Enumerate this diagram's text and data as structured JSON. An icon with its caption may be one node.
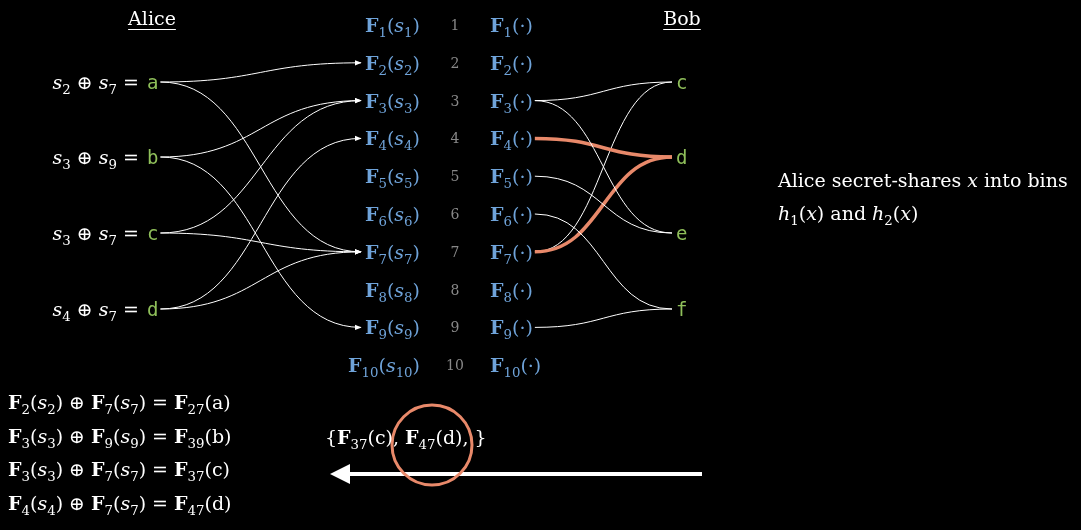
{
  "diagram": {
    "nodes": [
      {
        "text": [
          "a"
        ],
        "beside": [
          "*s*$_{2}$ ⊕ *s*$_{7}$ ="
        ]
      },
      {
        "text": [
          "b"
        ],
        "beside": [
          "*s*$_{3}$ ⊕ *s*$_{9}$ ="
        ]
      },
      {
        "text": [
          "c"
        ],
        "beside": [
          "*s*$_{3}$ ⊕ *s*$_{7}$ ="
        ]
      },
      {
        "text": [
          "d"
        ],
        "beside": [
          "*s*$_{4}$ ⊕ *s*$_{7}$ ="
        ]
      },
      {
        "text": [
          "**F**$_{1}$(*s*$_{1}$)"
        ]
      },
      {
        "text": [
          "**F**$_{2}$(*s*$_{2}$)"
        ]
      },
      {
        "text": [
          "**F**$_{3}$(*s*$_{3}$)"
        ]
      },
      {
        "text": [
          "**F**$_{4}$(*s*$_{4}$)"
        ]
      },
      {
        "text": [
          "**F**$_{5}$(*s*$_{5}$)"
        ]
      },
      {
        "text": [
          "**F**$_{6}$(*s*$_{6}$)"
        ]
      },
      {
        "text": [
          "**F**$_{7}$(*s*$_{7}$)"
        ]
      },
      {
        "text": [
          "**F**$_{8}$(*s*$_{8}$)"
        ]
      },
      {
        "text": [
          "**F**$_{9}$(*s*$_{9}$)"
        ]
      },
      {
        "text": [
          "**F**$_{10}$(*s*$_{10}$)"
        ]
      },
      {
        "text": [
          "**F**$_{1}$(·)"
        ]
      },
      {
        "text": [
          "**F**$_{2}$(·)"
        ]
      },
      {
        "text": [
          "**F**$_{3}$(·)"
        ]
      },
      {
        "text": [
          "**F**$_{4}$(·)"
        ]
      },
      {
        "text": [
          "**F**$_{5}$(·)"
        ]
      },
      {
        "text": [
          "**F**$_{6}$(·)"
        ]
      },
      {
        "text": [
          "**F**$_{7}$(·)"
        ]
      },
      {
        "text": [
          "**F**$_{8}$(·)"
        ]
      },
      {
        "text": [
          "**F**$_{9}$(·)"
        ]
      },
      {
        "text": [
          "**F**$_{10}$(·)"
        ]
      },
      {
        "text": [
          "c"
        ]
      },
      {
        "text": [
          "d"
        ]
      },
      {
        "text": [
          "e"
        ]
      },
      {
        "text": [
          "f"
        ]
      }
    ],
    "edges": [
      {
        "from": 0,
        "to": 5,
        "arrow": "to"
      },
      {
        "from": 0,
        "to": 10,
        "arrow": "to"
      },
      {
        "from": 1,
        "to": 6,
        "arrow": "to"
      },
      {
        "from": 1,
        "to": 12,
        "arrow": "to"
      },
      {
        "from": 2,
        "to": 6,
        "arrow": "to"
      },
      {
        "from": 2,
        "to": 10,
        "arrow": "to"
      },
      {
        "from": 3,
        "to": 7,
        "arrow": "to"
      },
      {
        "from": 3,
        "to": 10,
        "arrow": "to"
      },
      {
        "from": 16,
        "to": 24,
        "arrow": "none"
      },
      {
        "from": 20,
        "to": 24,
        "arrow": "none"
      },
      {
        "from": 17,
        "to": 25,
        "arrow": "none",
        "style": "thick",
        "color": "#e8896a"
      },
      {
        "from": 20,
        "to": 25,
        "arrow": "none",
        "style": "thick",
        "color": "#e8896a"
      },
      {
        "from": 16,
        "to": 26,
        "arrow": "none"
      },
      {
        "from": 18,
        "to": 26,
        "arrow": "none"
      },
      {
        "from": 19,
        "to": 27,
        "arrow": "none"
      },
      {
        "from": 22,
        "to": 27,
        "arrow": "none"
      }
    ],
    "labels": [
      "Alice",
      "Bob",
      "1",
      "2",
      "3",
      "4",
      "5",
      "6",
      "7",
      "8",
      "9",
      "10",
      "**F**$_{2}$(*s*$_{2}$) ⊕ **F**$_{7}$(*s*$_{7}$) = **F**$_{27}$(a)",
      "**F**$_{3}$(*s*$_{3}$) ⊕ **F**$_{9}$(*s*$_{9}$) = **F**$_{39}$(b)",
      "**F**$_{3}$(*s*$_{3}$) ⊕ **F**$_{7}$(*s*$_{7}$) = **F**$_{37}$(c)",
      "**F**$_{4}$(*s*$_{4}$) ⊕ **F**$_{7}$(*s*$_{7}$) = **F**$_{47}$(d)",
      "{**F**$_{37}$(c), **F**$_{47}$(d), }",
      "Alice secret-shares *x* into bins *h*$_{1}$(*x*) and *h*$_{2}$(*x*)"
    ]
  }
}
